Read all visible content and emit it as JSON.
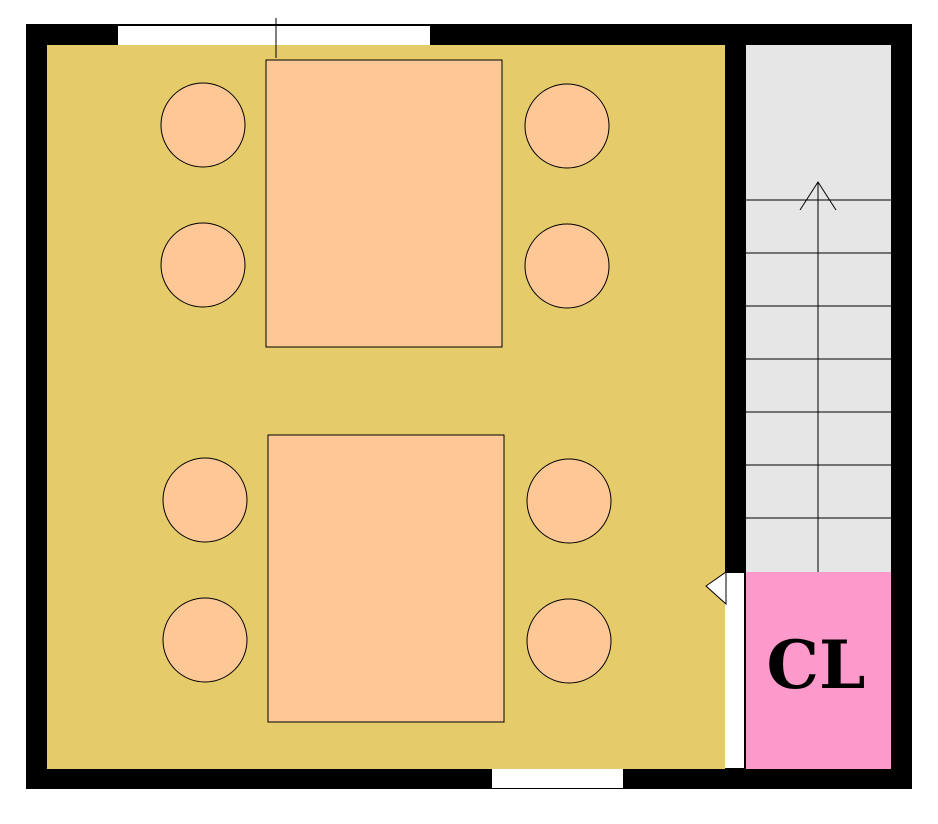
{
  "colors": {
    "wall": "#000000",
    "floor": "#e6cb6a",
    "furniture": "#fdc895",
    "stairs": "#e6e6e6",
    "closet": "#fe9acb",
    "opening": "#ffffff",
    "text": "#000000"
  },
  "closet": {
    "label": "CL"
  },
  "furniture": {
    "tables": 2,
    "chairs_per_table": 4
  },
  "stairs": {
    "direction": "up"
  }
}
